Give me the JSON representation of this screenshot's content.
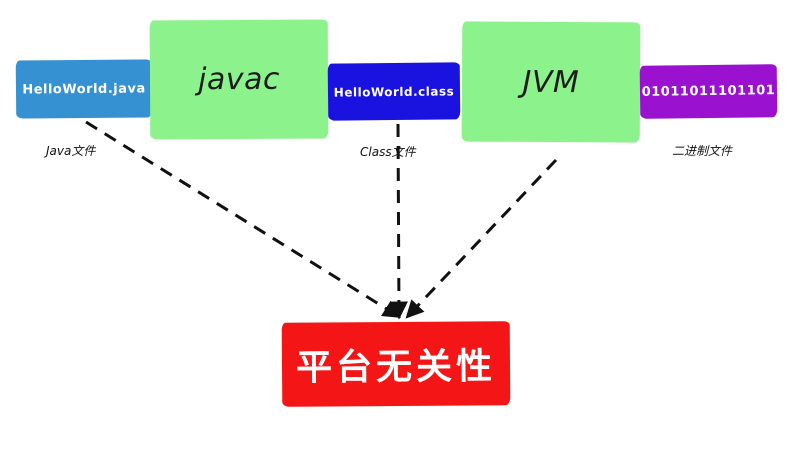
{
  "diagram": {
    "title": "Java platform independence flow",
    "background": "#ffffff",
    "nodes": [
      {
        "id": "java-file",
        "label": "HelloWorld.java",
        "caption": "Java文件",
        "color": "#3591d1"
      },
      {
        "id": "javac",
        "label": "javac",
        "caption": "",
        "color": "#8cf38c"
      },
      {
        "id": "class-file",
        "label": "HelloWorld.class",
        "caption": "Class文件",
        "color": "#1a13e0"
      },
      {
        "id": "jvm",
        "label": "JVM",
        "caption": "",
        "color": "#8cf38c"
      },
      {
        "id": "binary-file",
        "label": "01011011101101",
        "caption": "二进制文件",
        "color": "#9a11cf"
      },
      {
        "id": "platform",
        "label": "平台无关性",
        "caption": "",
        "color": "#f41616"
      }
    ],
    "arrows": [
      {
        "id": "java-to-platform",
        "from": "java-file",
        "to": "platform",
        "style": "dashed"
      },
      {
        "id": "class-to-platform",
        "from": "class-file",
        "to": "platform",
        "style": "dashed"
      },
      {
        "id": "jvm-to-platform",
        "from": "jvm",
        "to": "platform",
        "style": "dashed"
      }
    ],
    "arrow_color": "#111111"
  }
}
